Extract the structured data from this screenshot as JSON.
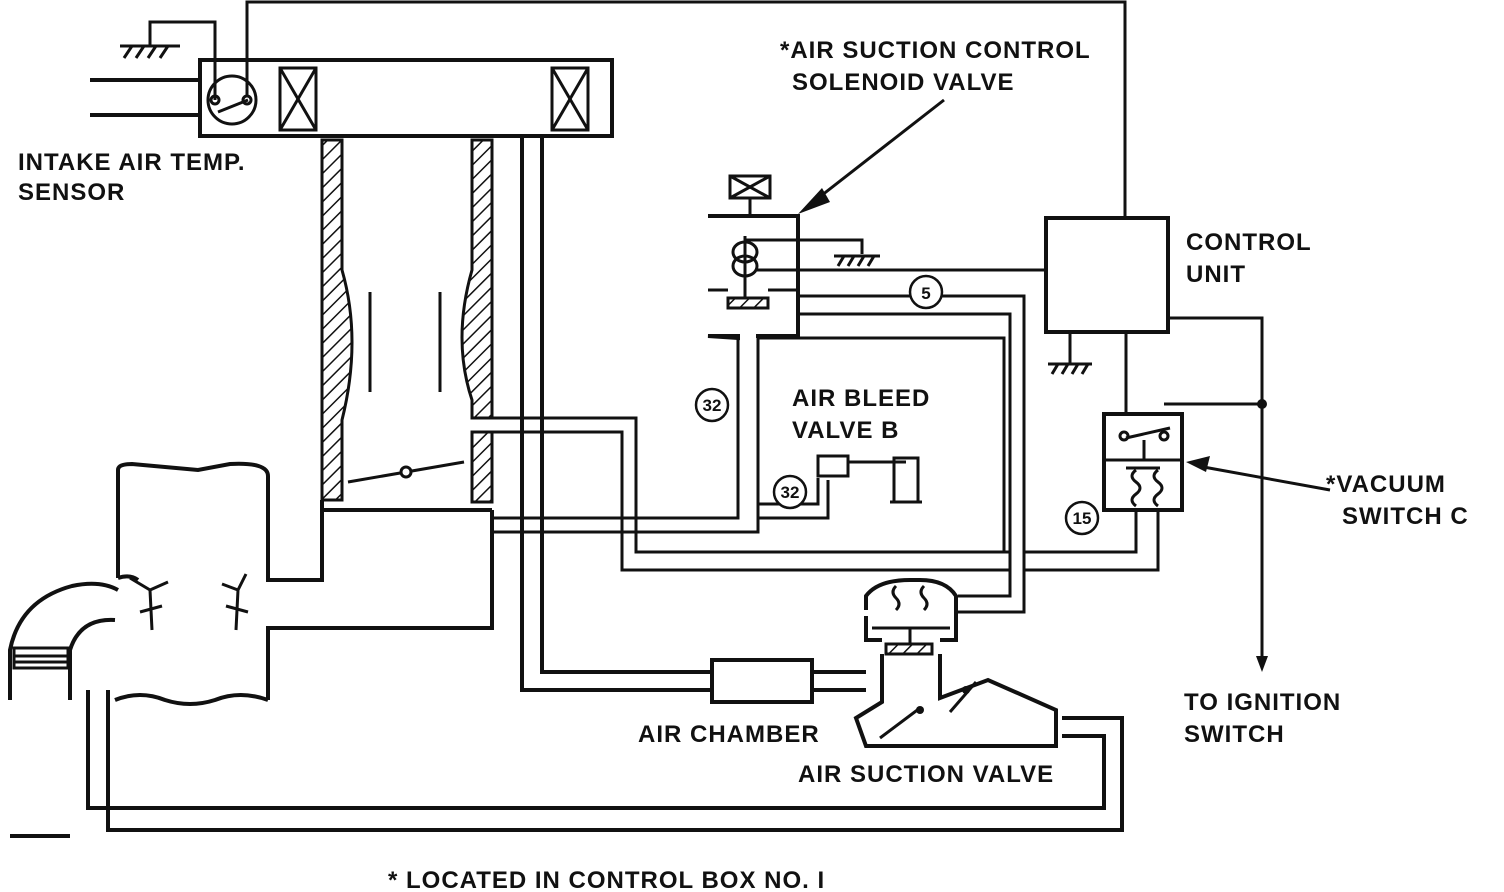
{
  "labels": {
    "intake_sensor_line1": "INTAKE AIR TEMP.",
    "intake_sensor_line2": "SENSOR",
    "solenoid_line1": "*AIR SUCTION CONTROL",
    "solenoid_line2": "SOLENOID VALVE",
    "control_unit_line1": "CONTROL",
    "control_unit_line2": "UNIT",
    "air_bleed_line1": "AIR BLEED",
    "air_bleed_line2": "VALVE B",
    "vacuum_switch_line1": "*VACUUM",
    "vacuum_switch_line2": "SWITCH C",
    "ignition_line1": "TO IGNITION",
    "ignition_line2": "SWITCH",
    "air_chamber": "AIR CHAMBER",
    "air_suction_valve": "AIR SUCTION VALVE",
    "footnote": "* LOCATED IN CONTROL BOX NO. I"
  },
  "callouts": {
    "hose_5": "5",
    "hose_32a": "32",
    "hose_32b": "32",
    "hose_15": "15"
  }
}
